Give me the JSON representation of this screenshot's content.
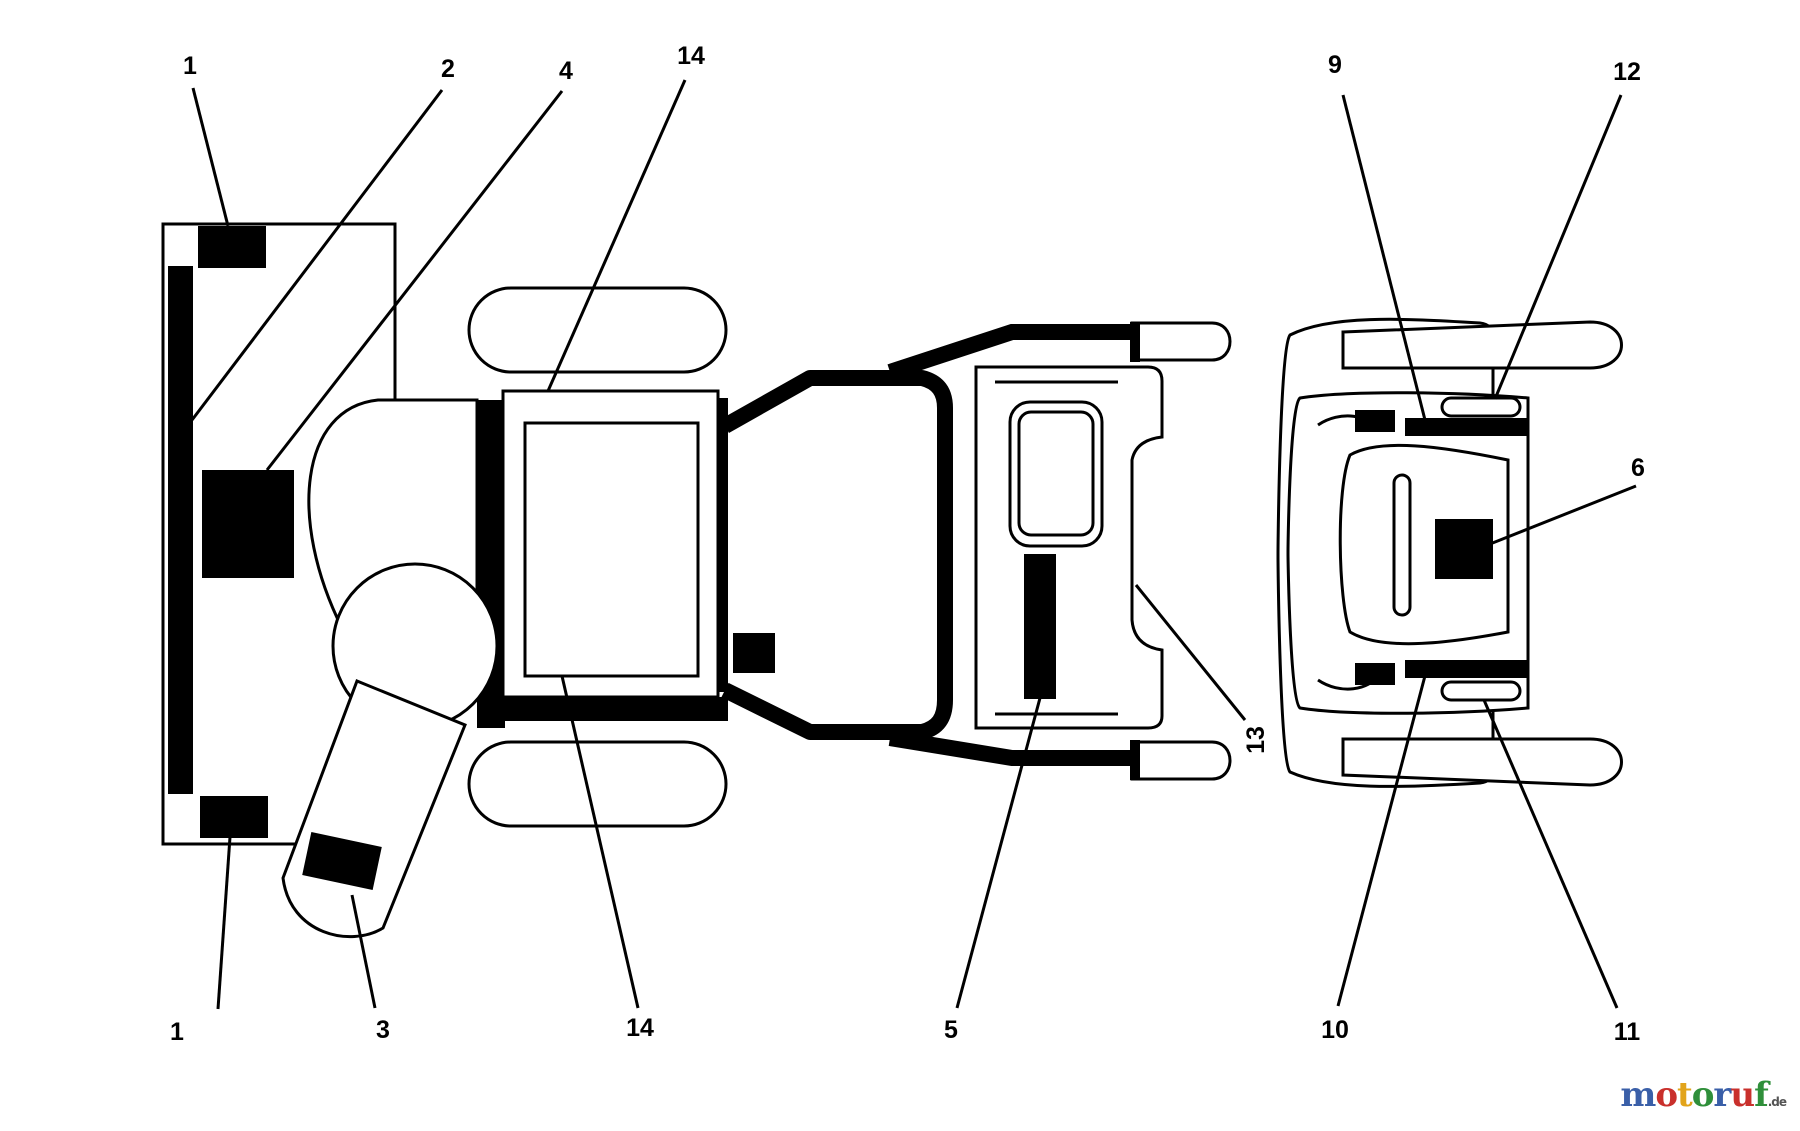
{
  "callouts": {
    "c1a": "1",
    "c2": "2",
    "c4": "4",
    "c14a": "14",
    "c9": "9",
    "c12": "12",
    "c6": "6",
    "c13": "13",
    "c1b": "1",
    "c3": "3",
    "c14b": "14",
    "c5": "5",
    "c10": "10",
    "c11": "11"
  },
  "watermark": {
    "letters": [
      "m",
      "o",
      "t",
      "o",
      "r",
      "u",
      "f"
    ],
    "tld": ".de"
  },
  "colors": {
    "line": "#000000",
    "background": "#ffffff",
    "watermark": [
      "#3a5fa8",
      "#c9302c",
      "#e2a41b",
      "#2f8f3a",
      "#3a5fa8",
      "#c9302c",
      "#2f8f3a"
    ]
  }
}
